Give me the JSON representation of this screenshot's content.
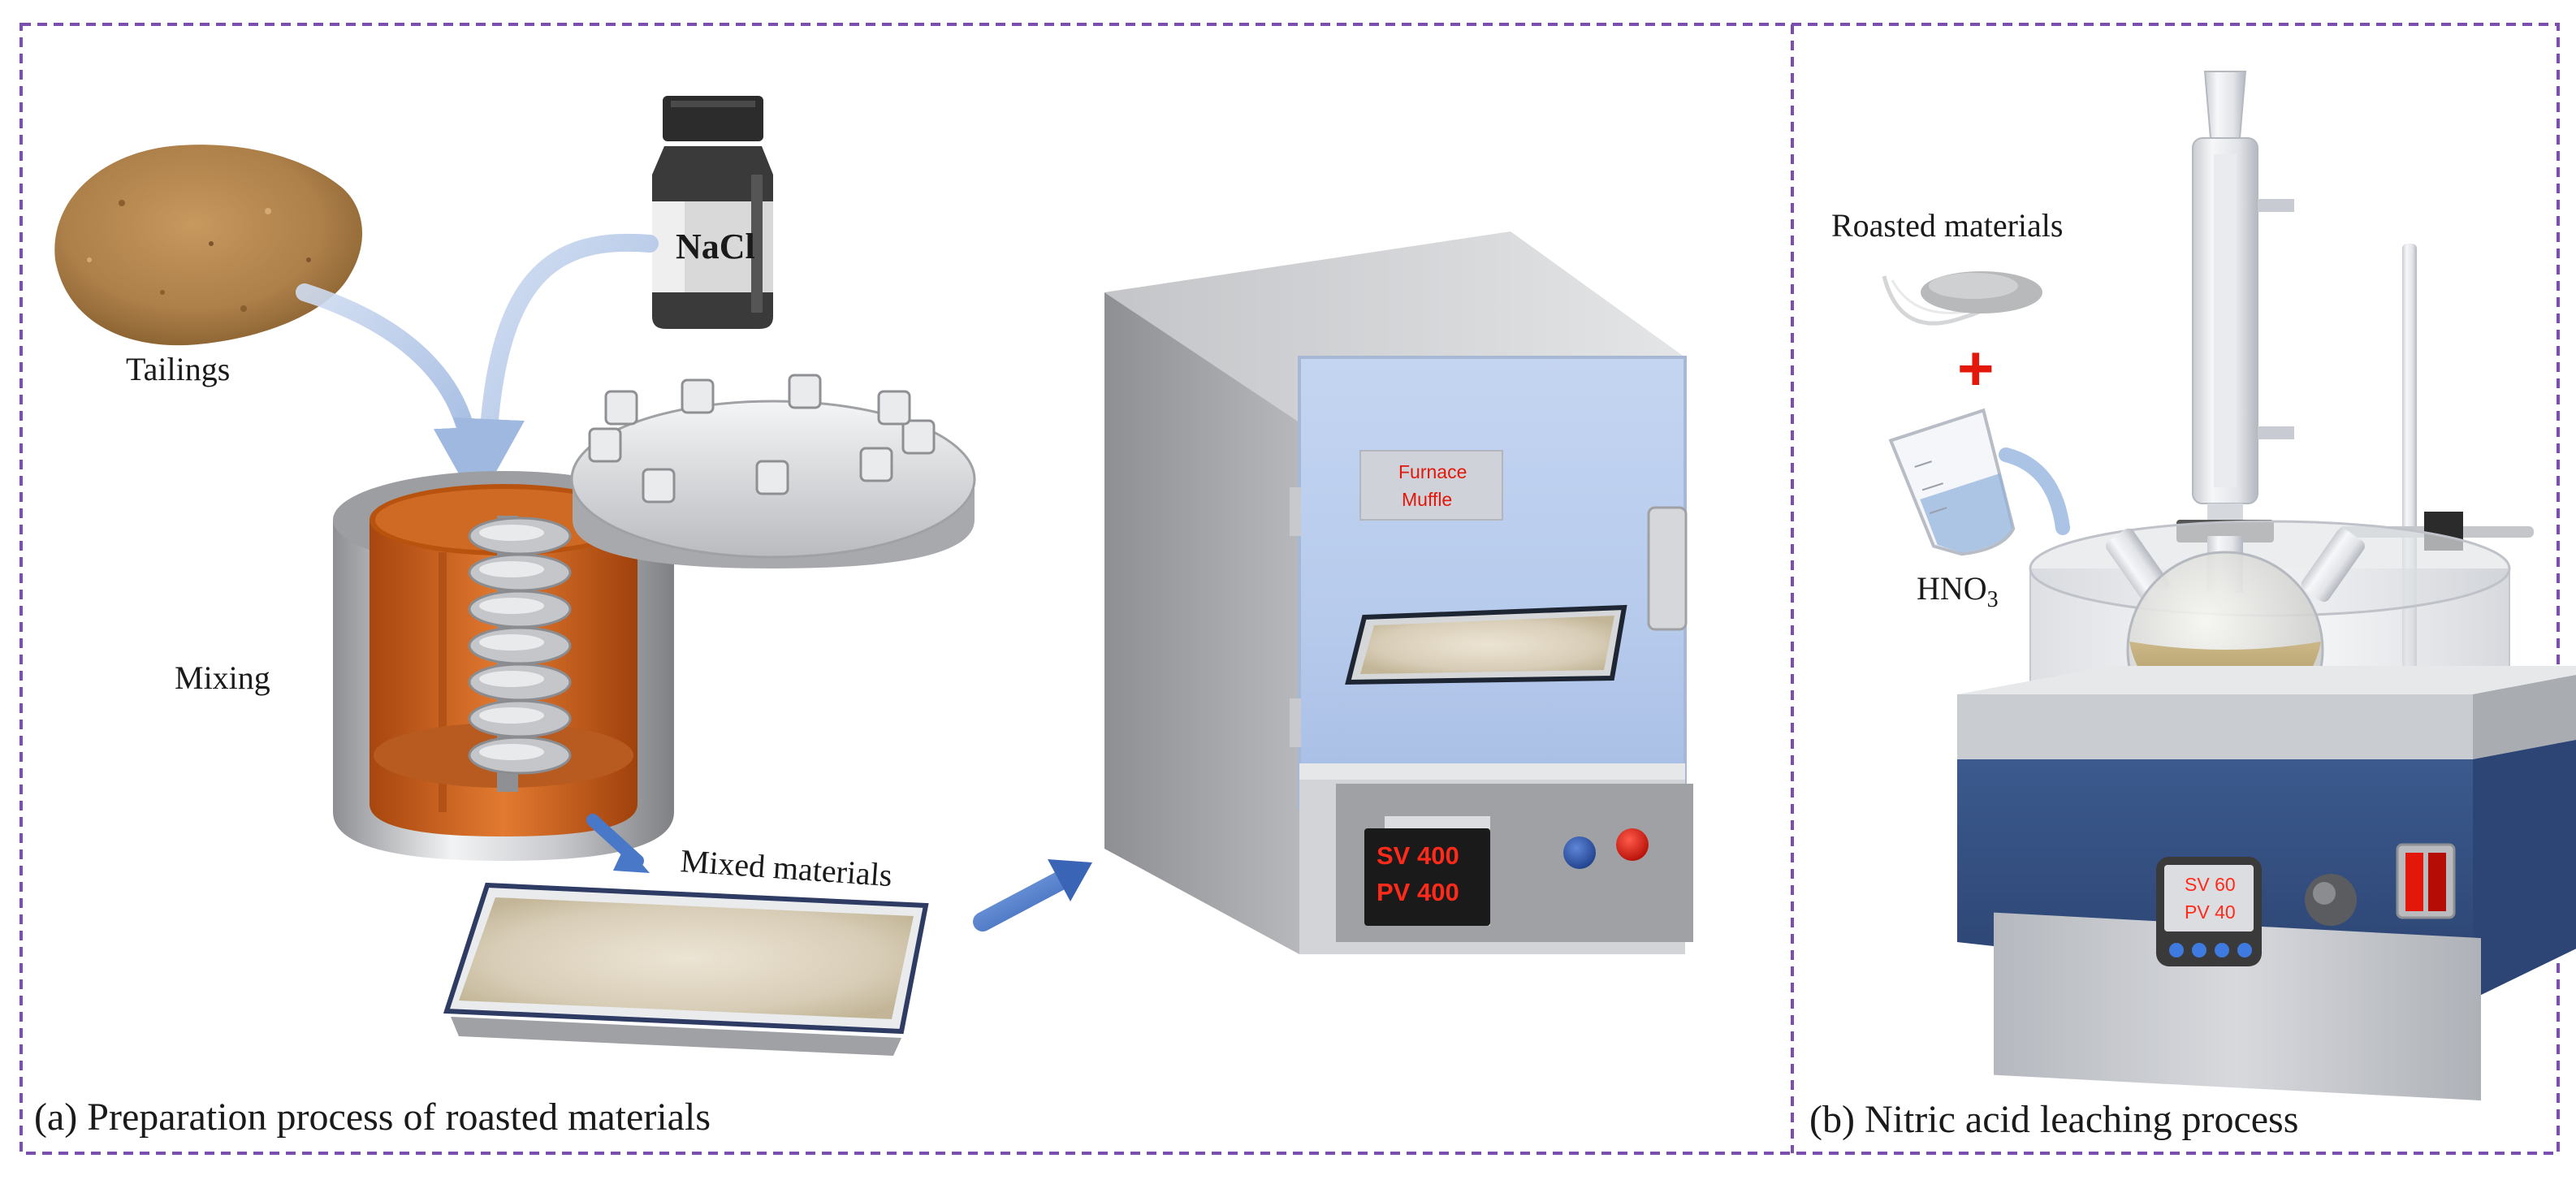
{
  "panel_a": {
    "caption": "(a)  Preparation process of roasted materials",
    "tailings_label": "Tailings",
    "nacl_label": "NaCl",
    "mixing_label": "Mixing",
    "mixed_label": "Mixed materials",
    "furnace_line1": "Furnace",
    "furnace_line2": "Muffle",
    "sv_text": "SV  400",
    "pv_text": "PV  400"
  },
  "panel_b": {
    "caption": "(b)   Nitric acid leaching process",
    "roasted_label": "Roasted materials",
    "plus_sign": "+",
    "acid_base": "HNO",
    "acid_sub": "3",
    "sv_text": "SV 60",
    "pv_text": "PV 40"
  },
  "colors": {
    "frame": "#7a4fb0",
    "plus": "#e3170a",
    "display_text": "#ff2a1a",
    "arrow": "#4a78c8",
    "reactor_orange": "#d8611c",
    "furnace_door": "#b9cdec",
    "stirrer_base": "#34507e"
  }
}
